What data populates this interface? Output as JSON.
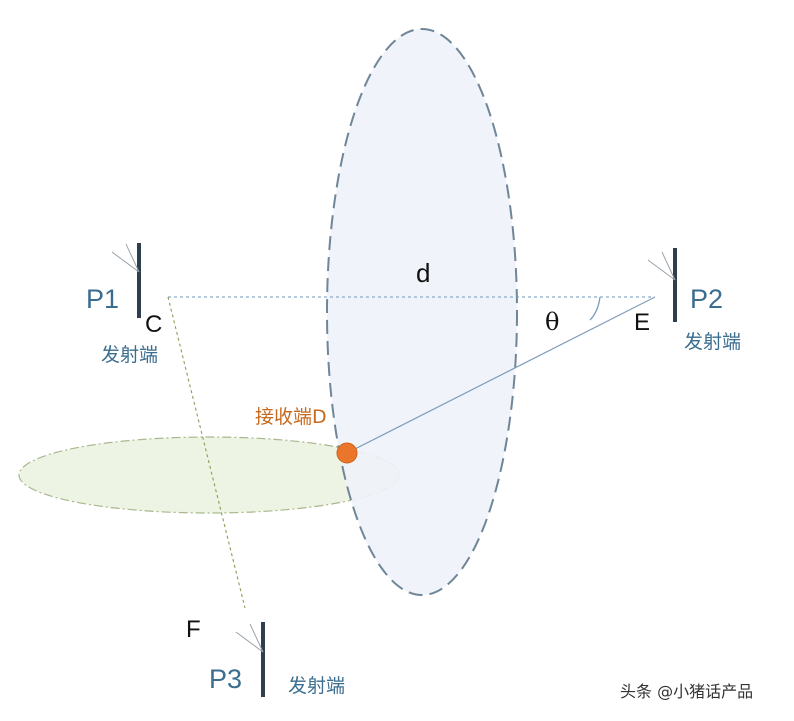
{
  "diagram": {
    "transmitters": [
      {
        "name": "P1",
        "tag": "发射端",
        "point": "C"
      },
      {
        "name": "P2",
        "tag": "发射端",
        "point": "E"
      },
      {
        "name": "P3",
        "tag": "发射端",
        "point": "F"
      }
    ],
    "receiver": {
      "label": "接收端D"
    },
    "distance_label": "d",
    "angle_label": "θ",
    "colors": {
      "tower_dark": "#2f3e4c",
      "antenna_grey": "#9aa3ab",
      "label_blue": "#3b6d8f",
      "receiver_orange": "#e9762a",
      "receiver_label": "#c56a1f",
      "vertical_ellipse_fill": "#eef3f9",
      "vertical_ellipse_stroke": "#6f8598",
      "horizontal_ellipse_fill": "#eef4e3",
      "horizontal_ellipse_stroke": "#a9b88f",
      "dotted_blue": "#6f97bd",
      "dotted_olive": "#8f9b53",
      "ray_blue": "#7d9cb8"
    }
  },
  "watermark": "头条 @小猪话产品"
}
